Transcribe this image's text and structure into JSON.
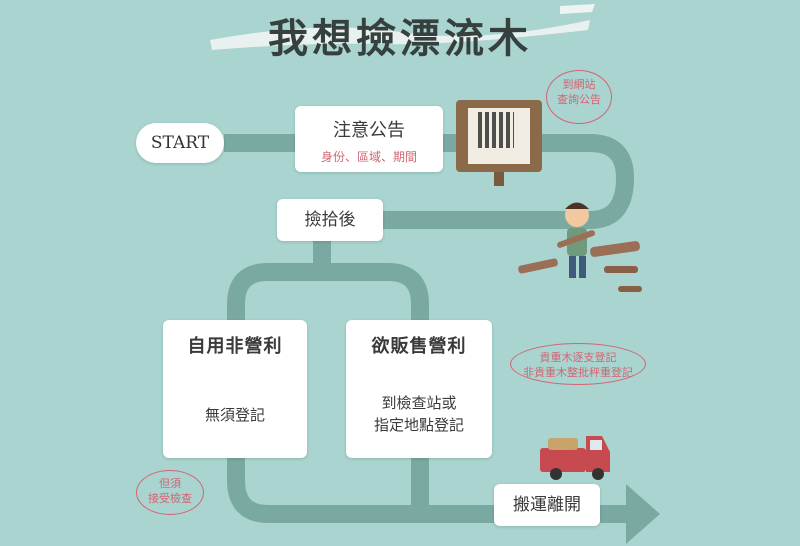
{
  "title": "我想撿漂流木",
  "start": "START",
  "notice": {
    "title": "注意公告",
    "subtitle": "身份、區域、期間"
  },
  "pickup": "撿拾後",
  "personal": {
    "title": "自用非營利",
    "body": "無須登記"
  },
  "sale": {
    "title": "欲販售營利",
    "body_line1": "到檢查站或",
    "body_line2": "指定地點登記"
  },
  "depart": "搬運離開",
  "bubbles": {
    "website_line1": "到網站",
    "website_line2": "查詢公告",
    "register_line1": "貴重木逐支登記",
    "register_line2": "非貴重木整批秤重登記",
    "inspect_line1": "但須",
    "inspect_line2": "接受檢查"
  },
  "colors": {
    "background": "#a9d4cf",
    "path": "#7aa9a2",
    "accent": "#d26573",
    "arrow": "#e07a88"
  }
}
